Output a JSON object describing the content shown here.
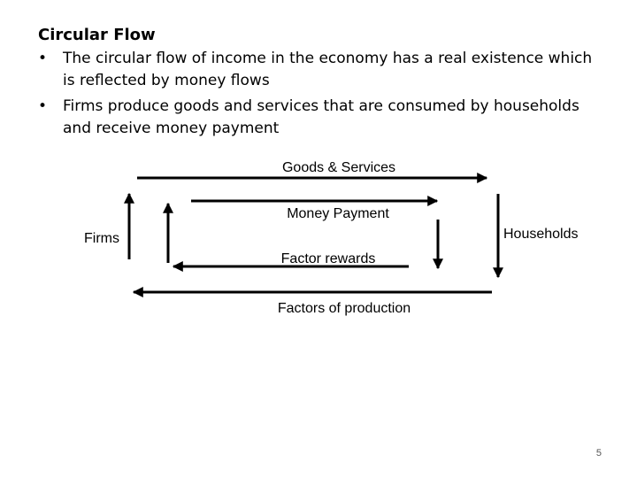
{
  "slide": {
    "title": "Circular Flow",
    "bullets": [
      {
        "marker": "•",
        "text": "The circular flow of income in the economy has a real existence which is reflected by money flows"
      },
      {
        "marker": "•",
        "text": "Firms produce goods and services that are consumed by households and receive money payment"
      }
    ],
    "page_number": "5"
  },
  "diagram": {
    "nodes": {
      "firms": "Firms",
      "households": "Households"
    },
    "flows": {
      "goods_services": "Goods & Services",
      "money_payment": "Money Payment",
      "factor_rewards": "Factor rewards",
      "factors_of_production": "Factors of production"
    },
    "line_color": "#000000"
  }
}
